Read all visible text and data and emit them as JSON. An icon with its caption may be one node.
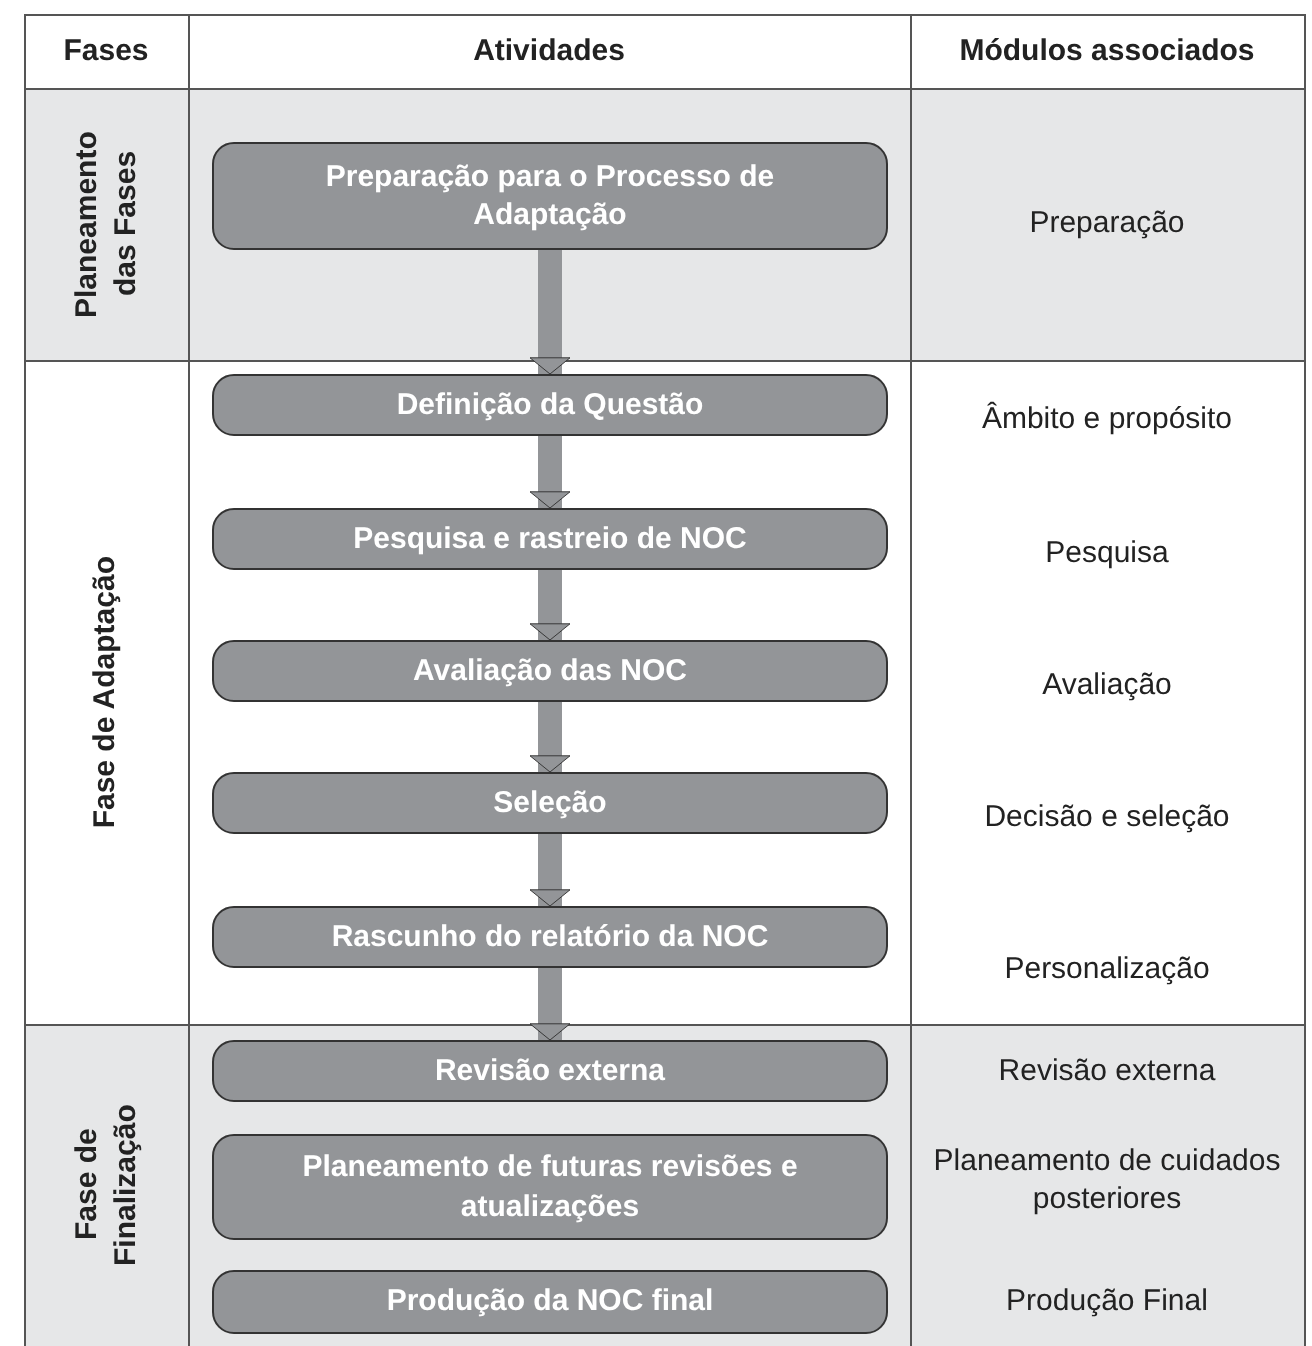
{
  "diagram": {
    "nodes": [
      {
        "text": [
          "Preparação para o Processo de Adaptação"
        ]
      },
      {
        "text": [
          "Definição da Questão"
        ]
      },
      {
        "text": [
          "Pesquisa e rastreio de NOC"
        ]
      },
      {
        "text": [
          "Avaliação das NOC"
        ]
      },
      {
        "text": [
          "Seleção"
        ]
      },
      {
        "text": [
          "Rascunho do relatório da NOC"
        ]
      },
      {
        "text": [
          "Revisão externa"
        ]
      },
      {
        "text": [
          "Planeamento de futuras revisões e atualizações"
        ]
      },
      {
        "text": [
          "Produção da NOC final"
        ]
      }
    ],
    "edges": [
      {
        "from": 0,
        "to": 1,
        "arrow": "to"
      },
      {
        "from": 1,
        "to": 2,
        "arrow": "to"
      },
      {
        "from": 2,
        "to": 3,
        "arrow": "to"
      },
      {
        "from": 3,
        "to": 4,
        "arrow": "to"
      },
      {
        "from": 4,
        "to": 5,
        "arrow": "to"
      },
      {
        "from": 5,
        "to": 6,
        "arrow": "to"
      }
    ],
    "labels": [
      "Fases",
      "Atividades",
      "Módulos associados",
      "Planeamento das Fases",
      "Preparação",
      "Fase de Adaptação",
      "Âmbito e propósito",
      "Pesquisa",
      "Avaliação",
      "Decisão e seleção",
      "Personalização",
      "Fase de Finalização",
      "Revisão externa",
      "Planeamento de cuidados posteriores",
      "Produção Final"
    ]
  }
}
